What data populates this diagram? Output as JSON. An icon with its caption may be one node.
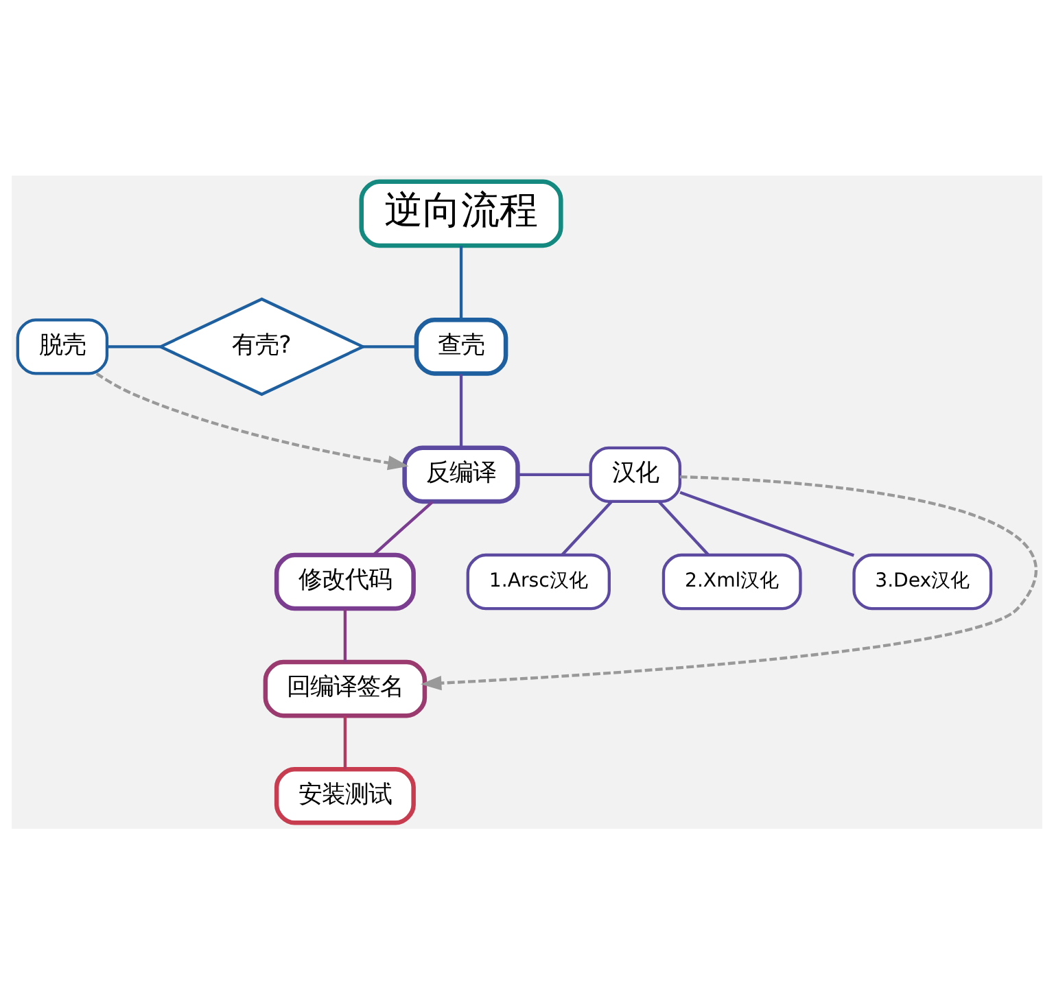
{
  "diagram": {
    "nodes": [
      {
        "text": [
          "逆向流程"
        ]
      },
      {
        "text": [
          "查壳"
        ]
      },
      {
        "text": [
          "有壳?"
        ]
      },
      {
        "text": [
          "脱壳"
        ]
      },
      {
        "text": [
          "反编译"
        ]
      },
      {
        "text": [
          "汉化"
        ]
      },
      {
        "text": [
          "1.Arsc汉化"
        ]
      },
      {
        "text": [
          "2.Xml汉化"
        ]
      },
      {
        "text": [
          "3.Dex汉化"
        ]
      },
      {
        "text": [
          "修改代码"
        ]
      },
      {
        "text": [
          "回编译签名"
        ]
      },
      {
        "text": [
          "安装测试"
        ]
      }
    ],
    "edges": [
      {
        "from": 0,
        "to": 1,
        "arrow": "none",
        "color": "#1e5fa0"
      },
      {
        "from": 3,
        "to": 2,
        "arrow": "none",
        "color": "#1e5fa0"
      },
      {
        "from": 2,
        "to": 1,
        "arrow": "none",
        "color": "#1e5fa0"
      },
      {
        "from": 3,
        "to": 4,
        "arrow": "to",
        "style": "dashed",
        "color": "#999999"
      },
      {
        "from": 1,
        "to": 4,
        "arrow": "none",
        "color": "#5b4aa0"
      },
      {
        "from": 4,
        "to": 5,
        "arrow": "none",
        "color": "#5b4aa0"
      },
      {
        "from": 5,
        "to": 6,
        "arrow": "none",
        "color": "#5b4aa0"
      },
      {
        "from": 5,
        "to": 7,
        "arrow": "none",
        "color": "#5b4aa0"
      },
      {
        "from": 5,
        "to": 8,
        "arrow": "none",
        "color": "#5b4aa0"
      },
      {
        "from": 4,
        "to": 9,
        "arrow": "none",
        "color": "#7a3d8f"
      },
      {
        "from": 9,
        "to": 10,
        "arrow": "none",
        "color": "#8a3a80"
      },
      {
        "from": 10,
        "to": 11,
        "arrow": "none",
        "color": "#b03a60"
      },
      {
        "from": 5,
        "to": 10,
        "arrow": "to",
        "style": "dashed",
        "color": "#999999"
      }
    ]
  }
}
